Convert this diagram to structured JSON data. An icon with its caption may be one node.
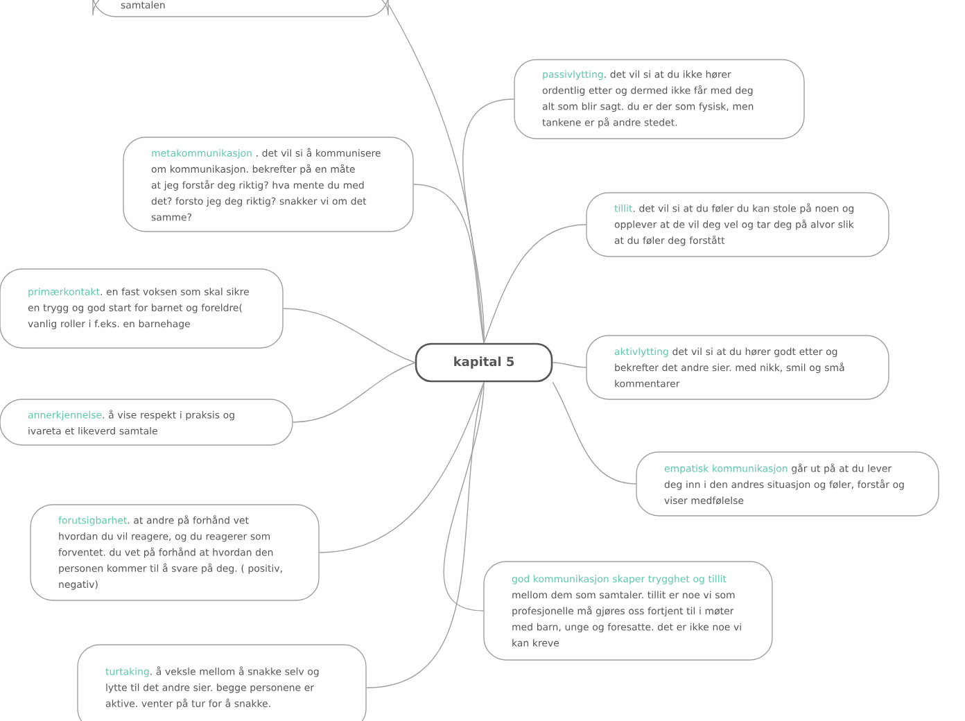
{
  "diagram": {
    "nodes": [
      {
        "text": [
          "kapital 5"
        ]
      },
      {
        "text": [
          "samtalen"
        ]
      },
      {
        "text": [
          "passivlytting",
          ". det vil si at du ikke hører ordentlig etter og dermed ikke får med deg alt som blir sagt. du er der som fysisk, men tankene er på andre stedet."
        ]
      },
      {
        "text": [
          "metakommunikasjon",
          ". det vil si å kommunisere om kommunikasjon. bekrefter på en måte at jeg forstår deg riktig? hva mente du med det? forsto jeg deg riktig? snakker vi om det samme?"
        ]
      },
      {
        "text": [
          "tillit",
          ". det vil si at du føler du kan stole på noen og opplever at de vil deg vel og tar deg på alvor slik at du føler deg forstått"
        ]
      },
      {
        "text": [
          "primærkontakt",
          ". en fast voksen som skal sikre en trygg og god start for barnet og foreldre( vanlig roller i f.eks. en barnehage"
        ]
      },
      {
        "text": [
          "aktivlytting",
          "det vil si at du hører godt etter og bekrefter det andre sier. med nikk, smil og små kommentarer"
        ]
      },
      {
        "text": [
          "annerkjennelse",
          ". å vise respekt i praksis og ivareta et likeverd samtale"
        ]
      },
      {
        "text": [
          "empatisk kommunikasjon",
          "går ut på at du lever deg inn i den andres situasjon og føler, forstår og viser medfølelse"
        ]
      },
      {
        "text": [
          "forutsigbarhet",
          ". at andre på forhånd vet hvordan du vil reagere, og du reagerer som forventet. du vet på forhånd at hvordan den personen kommer til å svare på deg. ( positiv, negativ)"
        ]
      },
      {
        "text": [
          "god kommunikasjon skaper trygghet og tillit",
          "mellom dem som samtaler. tillit er noe vi som profesjonelle må gjøres oss fortjent til i møter med barn, unge og foresatte. det er ikke noe vi kan kreve"
        ]
      },
      {
        "text": [
          "turtaking",
          ". å veksle mellom å snakke selv og lytte til det andre sier. begge personene er aktive. venter på tur for å snakke."
        ]
      }
    ],
    "edges": [
      {
        "from": 0,
        "to": 1,
        "arrow": "none"
      },
      {
        "from": 0,
        "to": 2,
        "arrow": "none"
      },
      {
        "from": 0,
        "to": 3,
        "arrow": "none"
      },
      {
        "from": 0,
        "to": 4,
        "arrow": "none"
      },
      {
        "from": 0,
        "to": 5,
        "arrow": "none"
      },
      {
        "from": 0,
        "to": 6,
        "arrow": "none"
      },
      {
        "from": 0,
        "to": 7,
        "arrow": "none"
      },
      {
        "from": 0,
        "to": 8,
        "arrow": "none"
      },
      {
        "from": 0,
        "to": 9,
        "arrow": "none"
      },
      {
        "from": 0,
        "to": 10,
        "arrow": "none"
      },
      {
        "from": 0,
        "to": 11,
        "arrow": "none"
      }
    ]
  }
}
